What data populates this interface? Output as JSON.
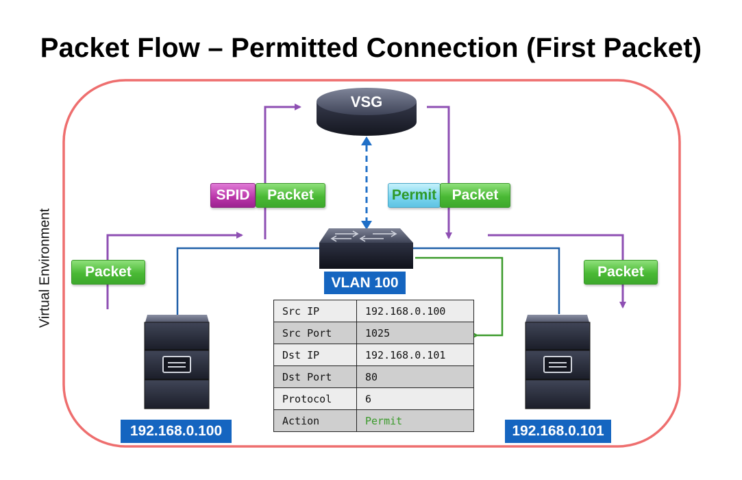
{
  "title": "Packet Flow – Permitted Connection (First Packet)",
  "side_label": "Virtual Environment",
  "nodes": {
    "vsg": "VSG",
    "vlan": "VLAN 100",
    "left_server": "192.168.0.100",
    "right_server": "192.168.0.101"
  },
  "tags": {
    "spid": "SPID",
    "packet": "Packet",
    "permit": "Permit"
  },
  "flow_table": [
    {
      "field": "Src IP",
      "value": "192.168.0.100"
    },
    {
      "field": "Src Port",
      "value": "1025"
    },
    {
      "field": "Dst IP",
      "value": "192.168.0.101"
    },
    {
      "field": "Dst Port",
      "value": "80"
    },
    {
      "field": "Protocol",
      "value": "6"
    },
    {
      "field": "Action",
      "value": "Permit"
    }
  ],
  "colors": {
    "border": "#ee6e6e",
    "flow_arrow": "#8e4fb3",
    "network_line": "#1f5fa8",
    "return_arrow": "#3a9a2a",
    "control_link": "#1f6fc7"
  }
}
